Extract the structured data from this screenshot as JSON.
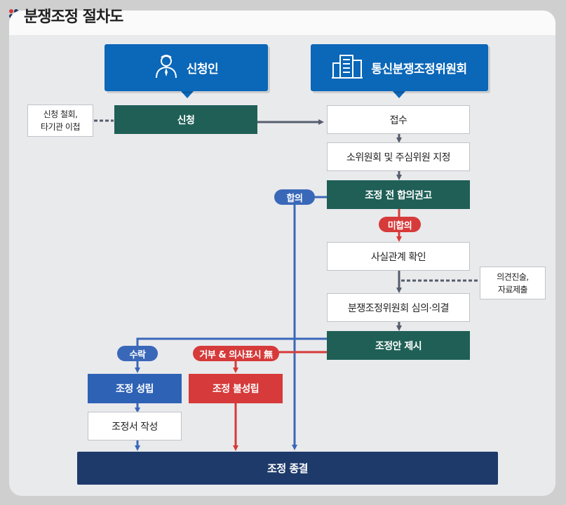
{
  "title": "분쟁조정 절차도",
  "colors": {
    "green": "#1f5f56",
    "blue": "#0b67b8",
    "navy": "#1e3a6a",
    "red": "#d63a3a",
    "pill_blue": "#3a68b9",
    "line_gray": "#555d6d",
    "line_blue": "#3a68b9"
  },
  "headers": {
    "applicant": "신청인",
    "committee": "통신분쟁조정위원회"
  },
  "icons": {
    "applicant": "person-icon",
    "committee": "building-icon"
  },
  "nodes": {
    "apply": "신청",
    "receive": "접수",
    "designate": "소위원회 및 주심위원 지정",
    "pre_recommend": "조정 전 합의권고",
    "fact_check": "사실관계 확인",
    "deliberate": "분쟁조정위원회 심의·의결",
    "proposal": "조정안 제시",
    "success": "조정 성립",
    "failure": "조정 불성립",
    "document": "조정서 작성",
    "end": "조정 종결"
  },
  "side_notes": {
    "withdraw_line1": "신청 철회,",
    "withdraw_line2": "타기관 이첩",
    "opinion_line1": "의견진술,",
    "opinion_line2": "자료제출"
  },
  "labels": {
    "agree": "합의",
    "disagree": "미합의",
    "accept": "수락",
    "refuse": "거부 & 의사표시 無"
  }
}
